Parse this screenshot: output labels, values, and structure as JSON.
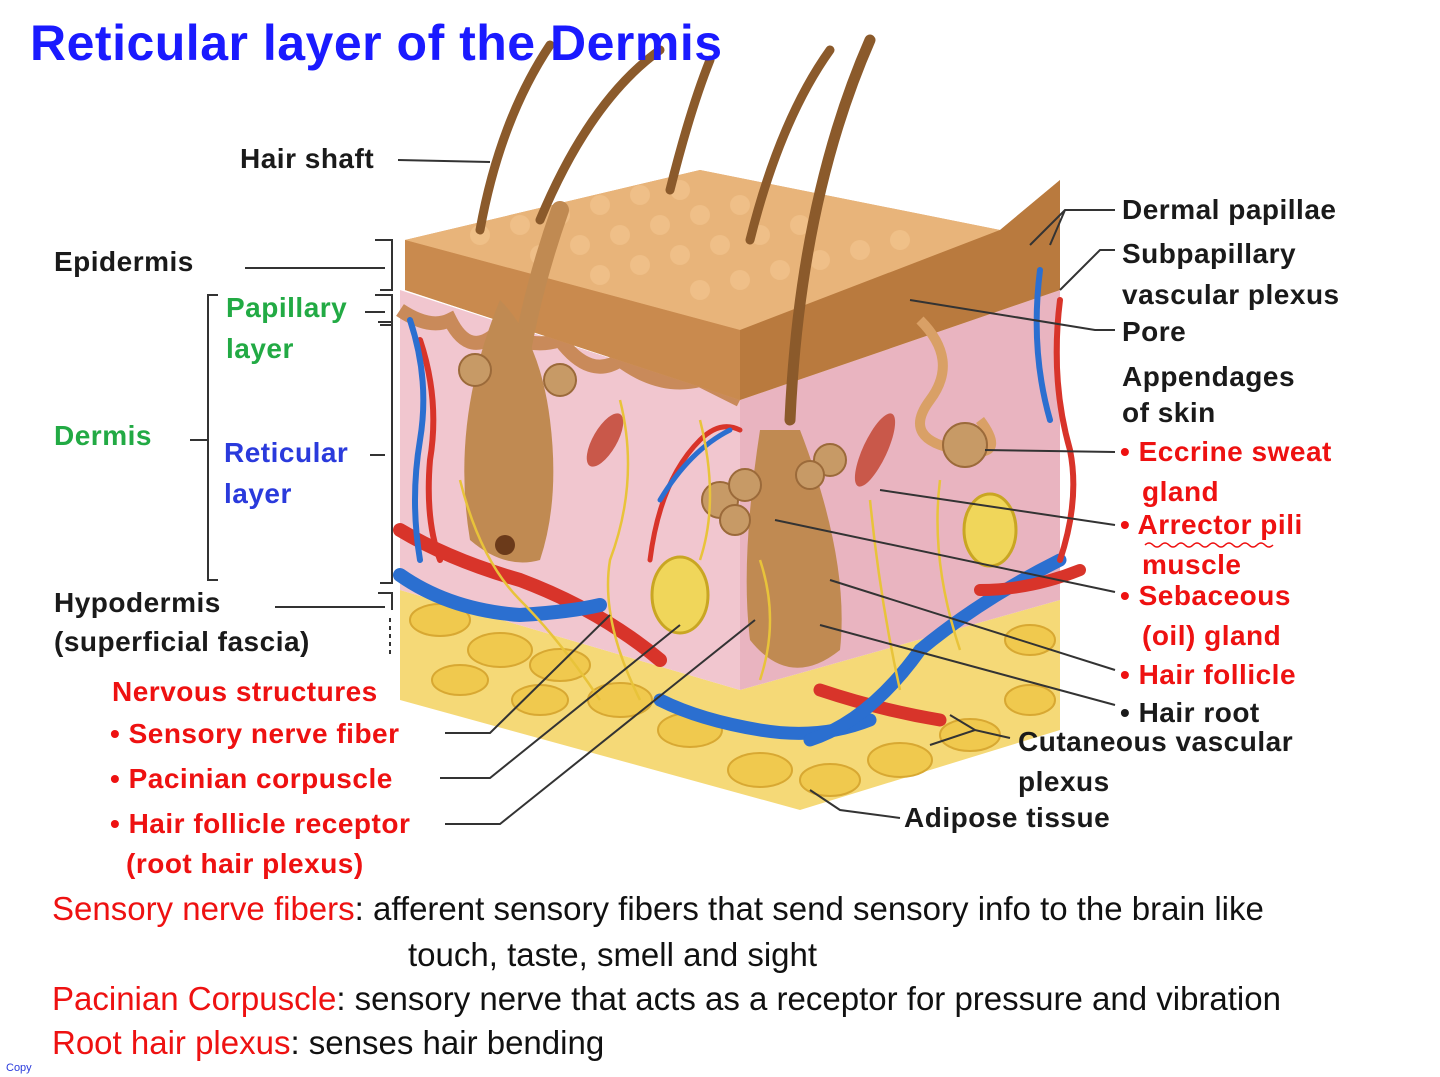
{
  "title": "Reticular layer of the Dermis",
  "labels": {
    "hair_shaft": "Hair shaft",
    "epidermis": "Epidermis",
    "papillary_1": "Papillary",
    "papillary_2": "layer",
    "dermis": "Dermis",
    "reticular_1": "Reticular",
    "reticular_2": "layer",
    "hypodermis": "Hypodermis",
    "hypodermis_sub": "(superficial fascia)",
    "nervous_heading": "Nervous structures",
    "sensory_fiber": "• Sensory nerve fiber",
    "pacinian": "• Pacinian corpuscle",
    "hair_follicle_receptor": "• Hair follicle receptor",
    "root_hair_plexus": "(root hair plexus)",
    "dermal_papillae": "Dermal papillae",
    "subpapillary_1": "Subpapillary",
    "subpapillary_2": "vascular plexus",
    "pore": "Pore",
    "appendages_1": "Appendages",
    "appendages_2": "of skin",
    "eccrine_1": "• Eccrine sweat",
    "eccrine_2": "gland",
    "arrector_1": "• Arrector pili",
    "arrector_2": "muscle",
    "sebaceous_1": "• Sebaceous",
    "sebaceous_2": "(oil) gland",
    "hair_follicle": "• Hair follicle",
    "hair_root": "• Hair root",
    "cutaneous_1": "Cutaneous vascular",
    "cutaneous_2": "plexus",
    "adipose": "Adipose tissue"
  },
  "notes": [
    {
      "term": "Sensory nerve fibers",
      "text": ": afferent sensory fibers that send sensory info to the brain like",
      "cont": "touch, taste, smell and sight"
    },
    {
      "term": "Pacinian Corpuscle",
      "text": ": sensory nerve that acts as a receptor for pressure and vibration"
    },
    {
      "term": "Root hair plexus",
      "text": ": senses hair bending"
    }
  ],
  "copyright": "Copy",
  "colors": {
    "title": "#1a1aff",
    "green_label": "#22aa44",
    "blue_label": "#2a3adc",
    "red_label": "#ee1111",
    "skin_top": "#d9a066",
    "dermis": "#f1c6cf",
    "fat": "#f5d977",
    "artery": "#d8342a",
    "vein": "#2b6fd0"
  }
}
